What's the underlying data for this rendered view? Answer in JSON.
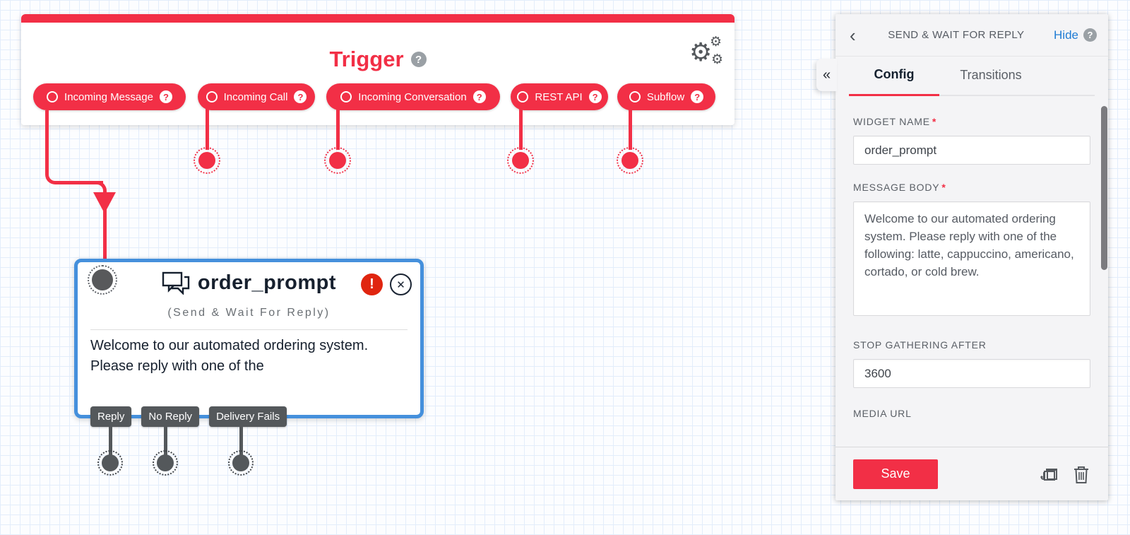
{
  "colors": {
    "accent_red": "#F22F46",
    "widget_border_blue": "#4590DC",
    "error_red": "#E0250F",
    "link_blue": "#1F7CD4",
    "transition_gray": "#54585B"
  },
  "icons": {
    "question": "?",
    "back_chevron": "‹",
    "collapse_chevrons": "«",
    "close": "✕",
    "error": "!",
    "gear": "⚙"
  },
  "trigger": {
    "title": "Trigger",
    "pills": [
      {
        "label": "Incoming Message"
      },
      {
        "label": "Incoming Call"
      },
      {
        "label": "Incoming Conversation"
      },
      {
        "label": "REST API"
      },
      {
        "label": "Subflow"
      }
    ]
  },
  "widget": {
    "name": "order_prompt",
    "type_label": "(Send & Wait For Reply)",
    "body_preview": "Welcome to our automated ordering system. Please reply with one of the",
    "transitions": [
      {
        "label": "Reply"
      },
      {
        "label": "No Reply"
      },
      {
        "label": "Delivery Fails"
      }
    ]
  },
  "panel": {
    "title": "SEND & WAIT FOR REPLY",
    "hide_label": "Hide",
    "tabs": [
      {
        "label": "Config"
      },
      {
        "label": "Transitions"
      }
    ],
    "fields": {
      "required_marker": "*",
      "widget_name_label": "WIDGET NAME",
      "widget_name_value": "order_prompt",
      "message_body_label": "MESSAGE BODY",
      "message_body_value": "Welcome to our automated ordering system. Please reply with one of the following: latte, cappuccino, americano, cortado, or cold brew.",
      "stop_gathering_label": "STOP GATHERING AFTER",
      "stop_gathering_value": "3600",
      "media_url_label": "MEDIA URL"
    },
    "save_label": "Save"
  }
}
